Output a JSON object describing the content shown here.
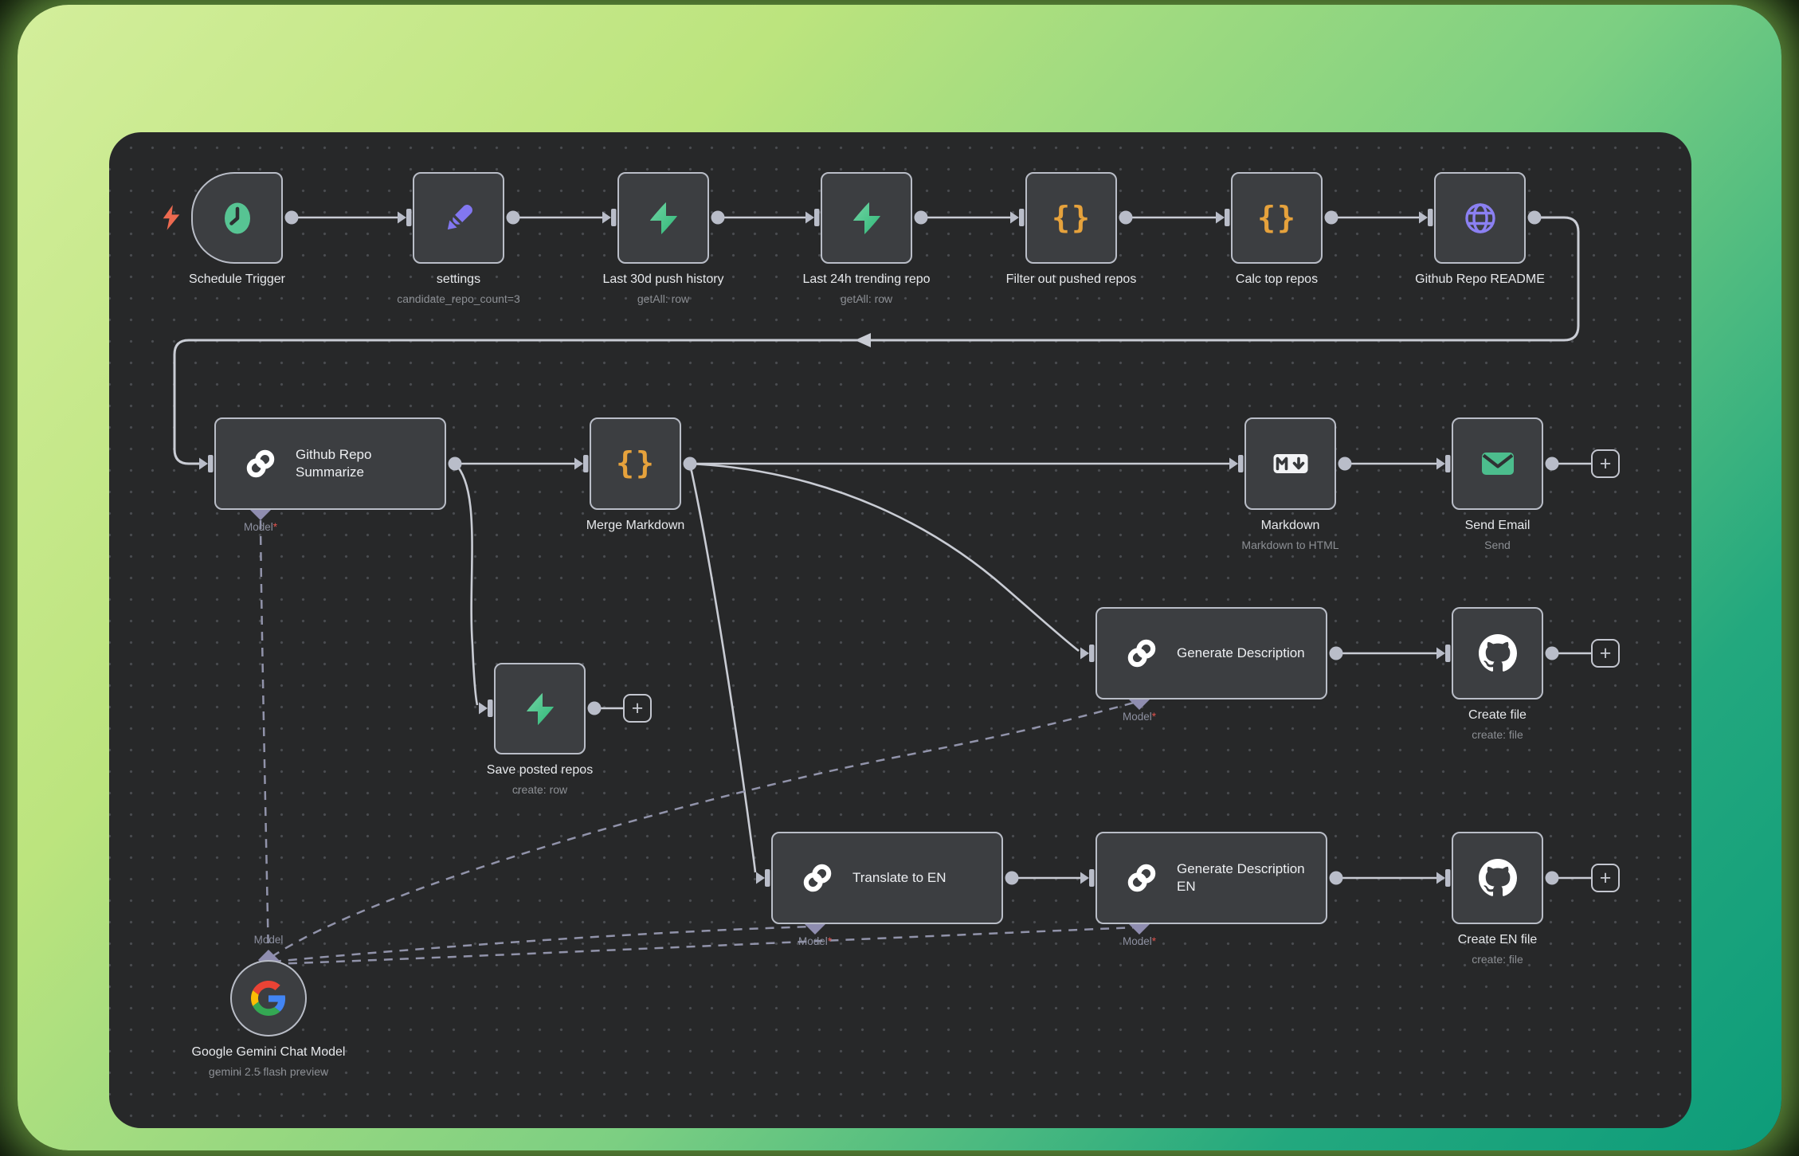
{
  "app": {
    "kind": "workflow-editor-canvas"
  },
  "colors": {
    "frame_gradient_start": "#cdeB8f",
    "frame_gradient_end": "#0d9c7a",
    "canvas_bg": "#272829",
    "node_bg": "#3c3e41",
    "node_border": "#b9bdc7",
    "connection": "#c9ccd4",
    "model_connection": "#9193aa",
    "trigger_bolt": "#ed6a50",
    "clock_green": "#57c493",
    "pencil_purple": "#8277f1",
    "supabase_green": "#3ecf8e",
    "braces_orange": "#e6a23c",
    "globe_purple": "#8b80f2",
    "envelope_green": "#4cbd8d",
    "required_star": "#e0524d"
  },
  "trigger_badge": {
    "icon": "lightning-bolt-icon"
  },
  "nodes": [
    {
      "id": "schedule-trigger",
      "label": "Schedule Trigger",
      "sublabel": "",
      "icon": "clock-icon",
      "shape": "trigger"
    },
    {
      "id": "settings",
      "label": "settings",
      "sublabel": "candidate_repo_count=3",
      "icon": "pencil-icon",
      "shape": "square"
    },
    {
      "id": "last-30d-push-history",
      "label": "Last 30d push history",
      "sublabel": "getAll: row",
      "icon": "supabase-bolt-icon",
      "shape": "square"
    },
    {
      "id": "last-24h-trending-repo",
      "label": "Last 24h trending repo",
      "sublabel": "getAll: row",
      "icon": "supabase-bolt-icon",
      "shape": "square"
    },
    {
      "id": "filter-out-pushed-repos",
      "label": "Filter out pushed repos",
      "sublabel": "",
      "icon": "code-braces-icon",
      "shape": "square"
    },
    {
      "id": "calc-top-repos",
      "label": "Calc top repos",
      "sublabel": "",
      "icon": "code-braces-icon",
      "shape": "square"
    },
    {
      "id": "github-repo-readme",
      "label": "Github Repo README",
      "sublabel": "",
      "icon": "globe-icon",
      "shape": "square"
    },
    {
      "id": "github-repo-summarize",
      "label": "Github Repo Summarize",
      "sublabel": "",
      "icon": "chain-icon",
      "shape": "wide",
      "model_input": "Model",
      "model_required": "*"
    },
    {
      "id": "merge-markdown",
      "label": "Merge Markdown",
      "sublabel": "",
      "icon": "code-braces-icon",
      "shape": "square"
    },
    {
      "id": "markdown",
      "label": "Markdown",
      "sublabel": "Markdown to HTML",
      "icon": "markdown-icon",
      "shape": "square"
    },
    {
      "id": "send-email",
      "label": "Send Email",
      "sublabel": "Send",
      "icon": "envelope-icon",
      "shape": "square"
    },
    {
      "id": "generate-description",
      "label": "Generate Description",
      "sublabel": "",
      "icon": "chain-icon",
      "shape": "wide",
      "model_input": "Model",
      "model_required": "*"
    },
    {
      "id": "create-file",
      "label": "Create file",
      "sublabel": "create: file",
      "icon": "github-icon",
      "shape": "square"
    },
    {
      "id": "save-posted-repos",
      "label": "Save posted repos",
      "sublabel": "create: row",
      "icon": "supabase-bolt-icon",
      "shape": "square"
    },
    {
      "id": "translate-to-en",
      "label": "Translate to EN",
      "sublabel": "",
      "icon": "chain-icon",
      "shape": "wide",
      "model_input": "Model",
      "model_required": "*"
    },
    {
      "id": "generate-description-en",
      "label": "Generate Description EN",
      "sublabel": "",
      "icon": "chain-icon",
      "shape": "wide",
      "model_input": "Model",
      "model_required": "*"
    },
    {
      "id": "create-en-file",
      "label": "Create EN file",
      "sublabel": "create: file",
      "icon": "github-icon",
      "shape": "square"
    },
    {
      "id": "google-gemini-chat-model",
      "label": "Google Gemini Chat Model",
      "sublabel": "gemini 2.5 flash preview",
      "icon": "google-icon",
      "shape": "circle",
      "model_output": "Model"
    }
  ],
  "add_node_button": {
    "glyph": "+"
  }
}
